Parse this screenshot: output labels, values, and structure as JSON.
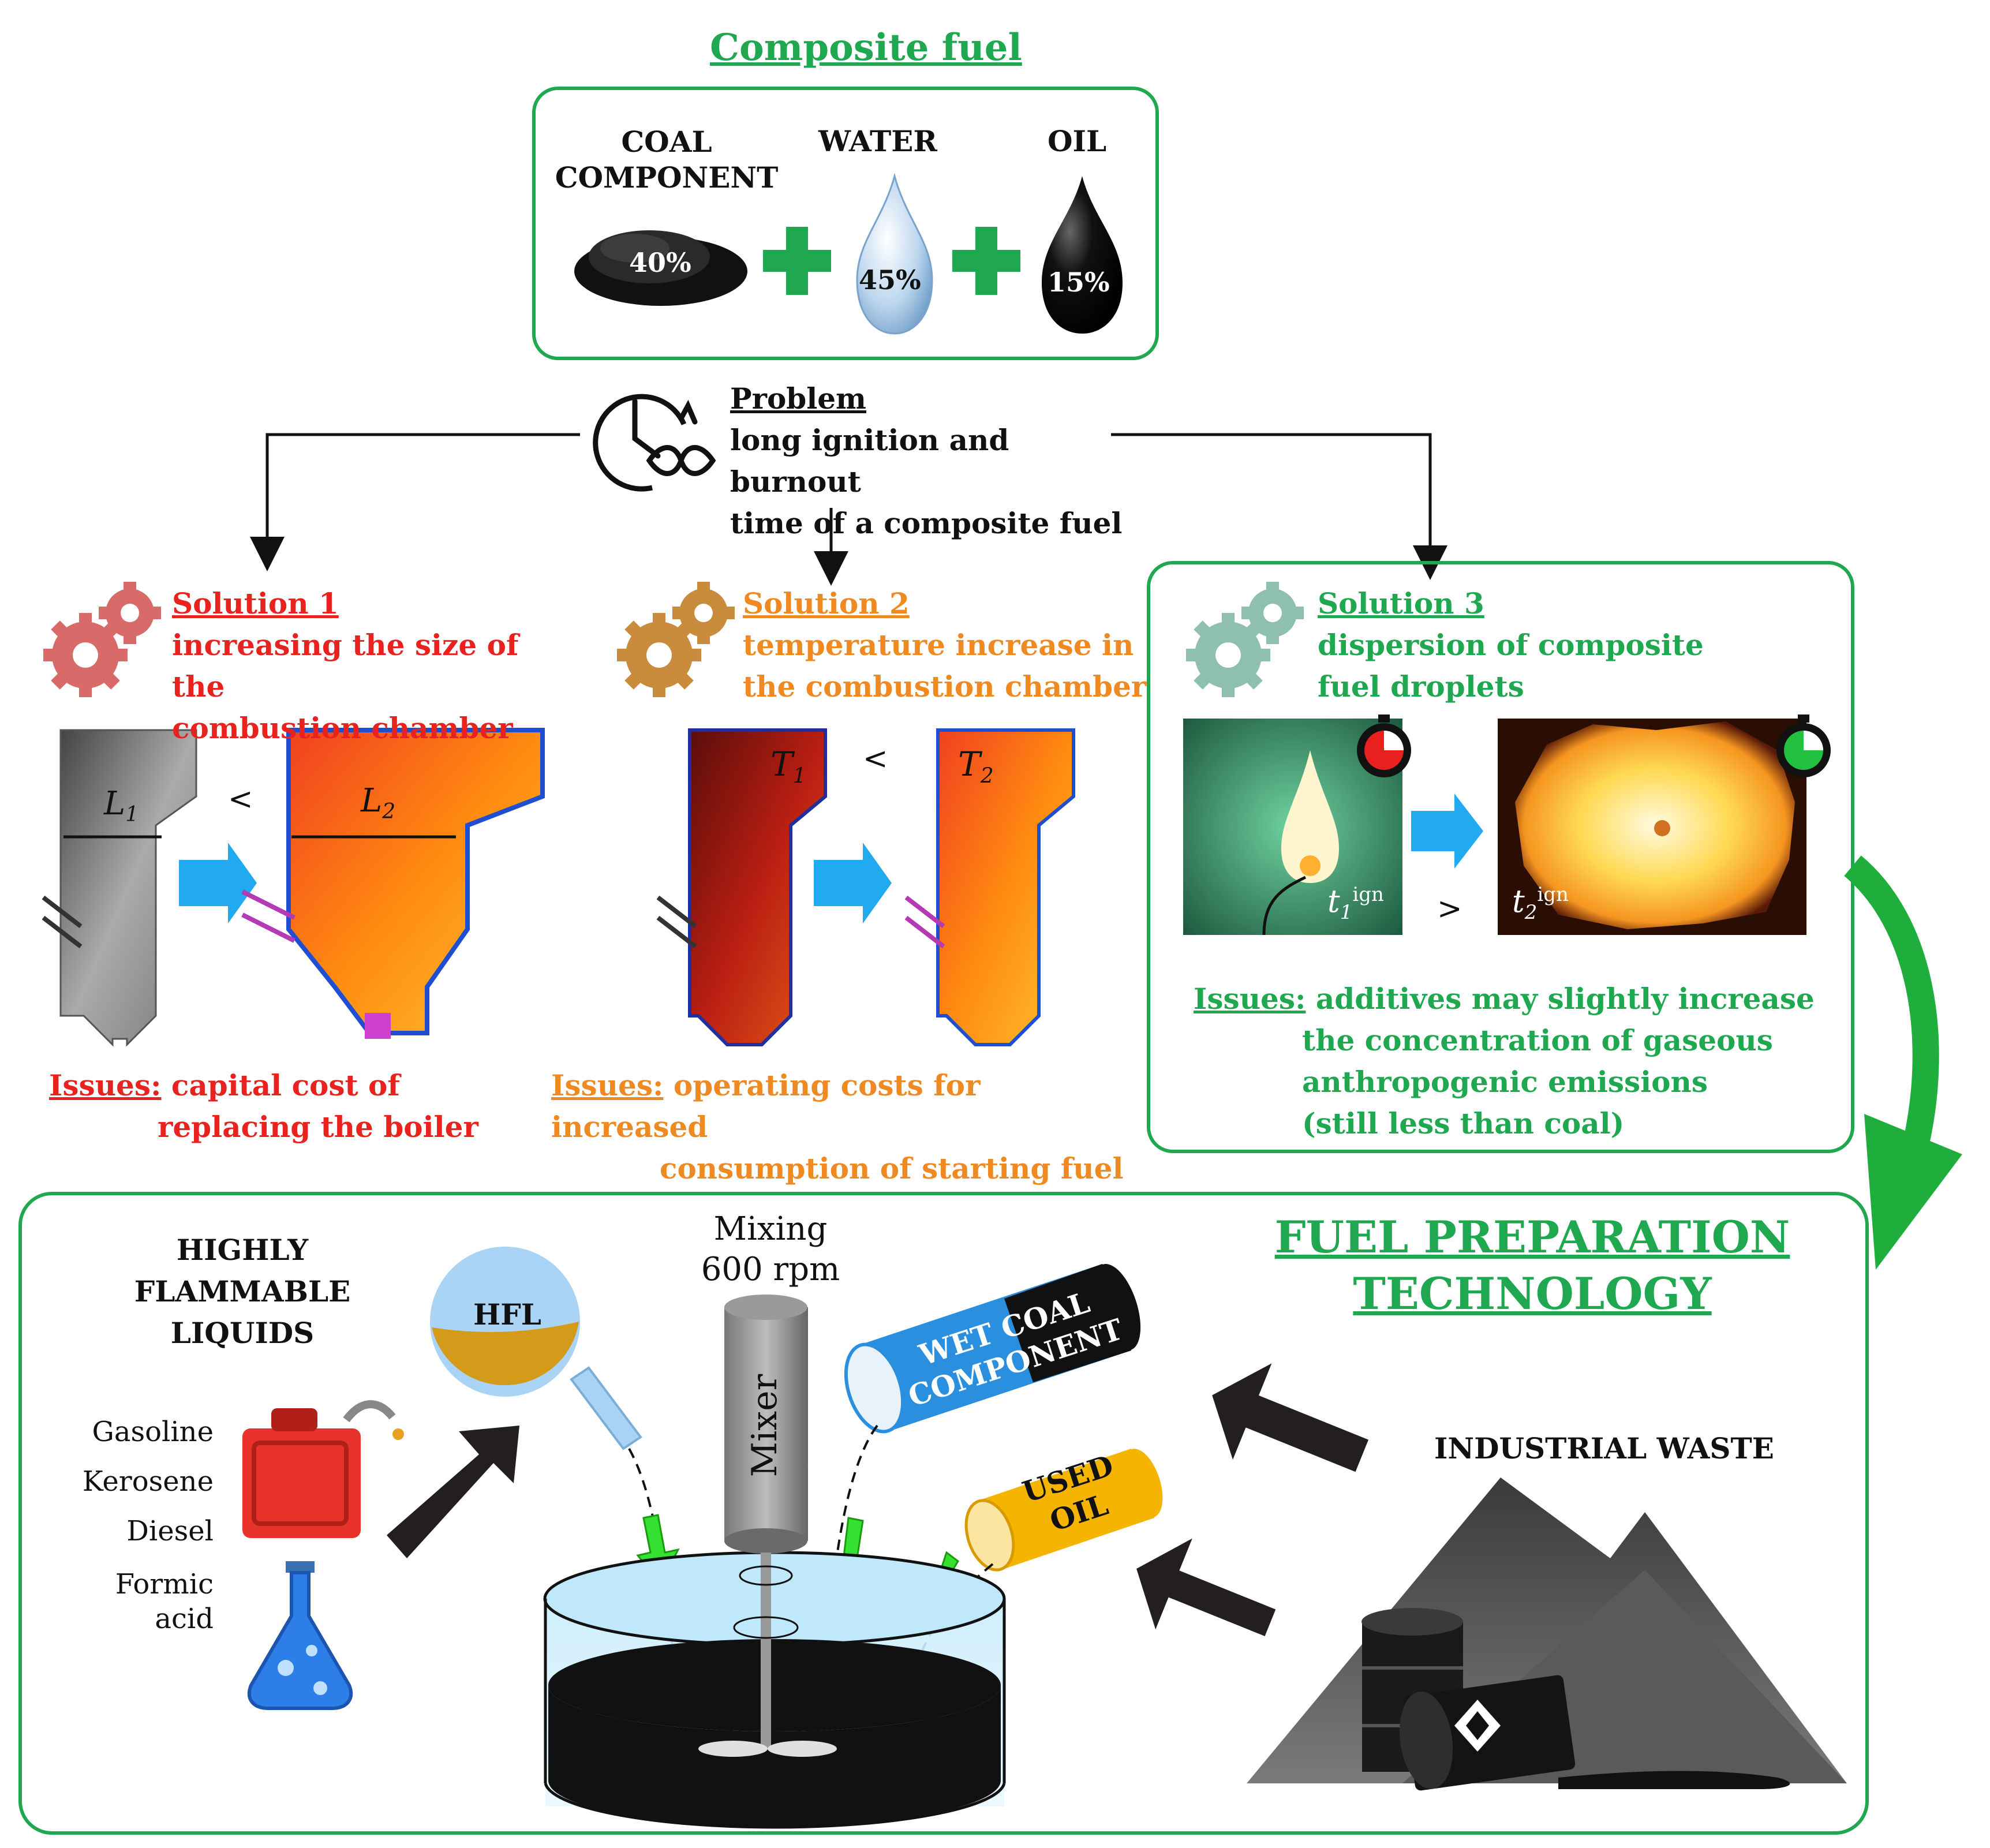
{
  "composite": {
    "title": "Composite fuel",
    "coal_label_1": "COAL",
    "coal_label_2": "COMPONENT",
    "water_label": "WATER",
    "oil_label": "OIL",
    "coal_pct": "40%",
    "water_pct": "45%",
    "oil_pct": "15%"
  },
  "problem": {
    "heading": "Problem",
    "line1": "long ignition and burnout",
    "line2": "time of a composite fuel"
  },
  "solution1": {
    "heading": "Solution 1",
    "line1": "increasing the size of the",
    "line2": "combustion chamber",
    "l1": "L",
    "l1_sub": "1",
    "l2": "L",
    "l2_sub": "2",
    "compare": "<",
    "issues_label": "Issues:",
    "issue1": "capital cost of",
    "issue2": "replacing the boiler"
  },
  "solution2": {
    "heading": "Solution 2",
    "line1": "temperature increase in",
    "line2": "the combustion chamber",
    "t1": "T",
    "t1_sub": "1",
    "t2": "T",
    "t2_sub": "2",
    "compare": "<",
    "issues_label": "Issues:",
    "issue1": "operating costs for increased",
    "issue2": "consumption of starting fuel"
  },
  "solution3": {
    "heading": "Solution 3",
    "line1": "dispersion of composite",
    "line2": "fuel droplets",
    "t1": "t",
    "t1_sub": "1",
    "t1_sup": "ign",
    "t2": "t",
    "t2_sub": "2",
    "t2_sup": "ign",
    "compare": ">",
    "issues_label": "Issues:",
    "issue1": "additives may slightly increase",
    "issue2": "the concentration of gaseous",
    "issue3": "anthropogenic emissions",
    "issue4": "(still less than coal)"
  },
  "technology": {
    "title1": "FUEL PREPARATION",
    "title2": "TECHNOLOGY",
    "hfl_title1": "HIGHLY",
    "hfl_title2": "FLAMMABLE",
    "hfl_title3": "LIQUIDS",
    "liquids": [
      "Gasoline",
      "Kerosene",
      "Diesel",
      "Formic",
      "acid"
    ],
    "hfl": "HFL",
    "mixing1": "Mixing",
    "mixing2": "600 rpm",
    "mixer": "Mixer",
    "wet_coal1": "WET COAL",
    "wet_coal2": "COMPONENT",
    "used_oil1": "USED",
    "used_oil2": "OIL",
    "industrial_waste": "INDUSTRIAL WASTE"
  },
  "colors": {
    "green": "#1fa84f",
    "red": "#e8231f",
    "orange": "#ef8a22",
    "blue_arrow": "#22aaf0"
  }
}
